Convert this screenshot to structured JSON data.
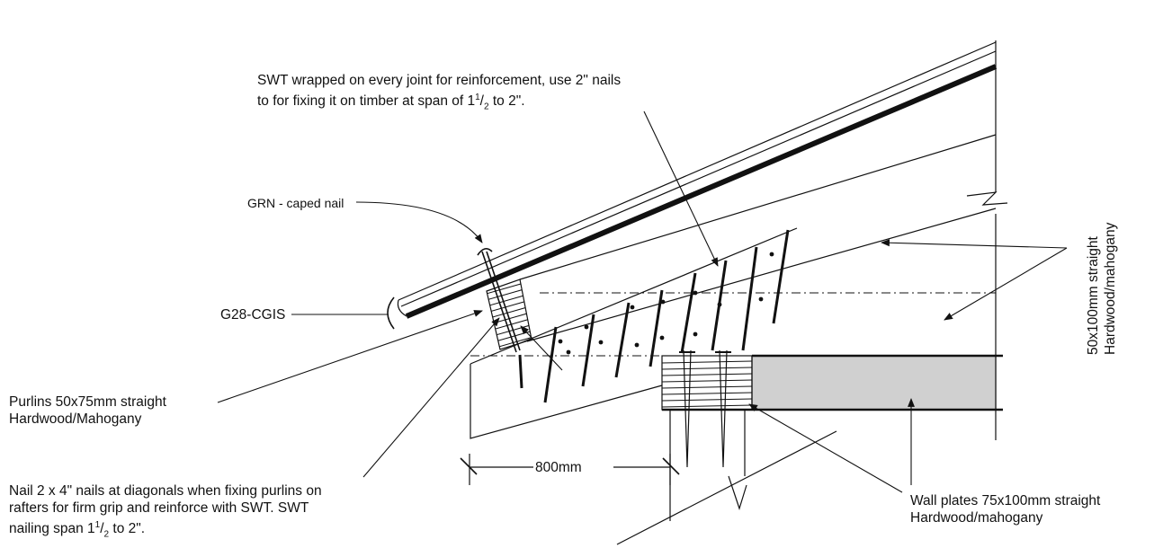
{
  "labels": {
    "swt_line1": "SWT wrapped on every joint for reinforcement, use 2\" nails",
    "swt_line2_pre": "to for fixing it on timber at span of 1",
    "swt_line2_sup": "1",
    "swt_line2_sub": "2",
    "swt_line2_post": " to 2\".",
    "grn": "GRN - caped nail",
    "g28": "G28-CGIS",
    "purlins_line1": "Purlins 50x75mm straight",
    "purlins_line2": "Hardwood/Mahogany",
    "nail_line1": "Nail 2 x 4\" nails at diagonals when fixing purlins on",
    "nail_line2": "rafters for firm grip and reinforce with SWT. SWT",
    "nail_line3_pre": "nailing span 1",
    "nail_line3_sup": "1",
    "nail_line3_sub": "2",
    "nail_line3_post": " to 2\".",
    "dim_800": "800mm",
    "wallplate_line1": "Wall plates 75x100mm straight",
    "wallplate_line2": "Hardwood/mahogany",
    "rafter_line1": "50x100mm straight",
    "rafter_line2": "Hardwood/mahogany"
  },
  "colors": {
    "ink": "#111111",
    "wallplate_fill": "#d0d0d0",
    "background": "#ffffff"
  }
}
